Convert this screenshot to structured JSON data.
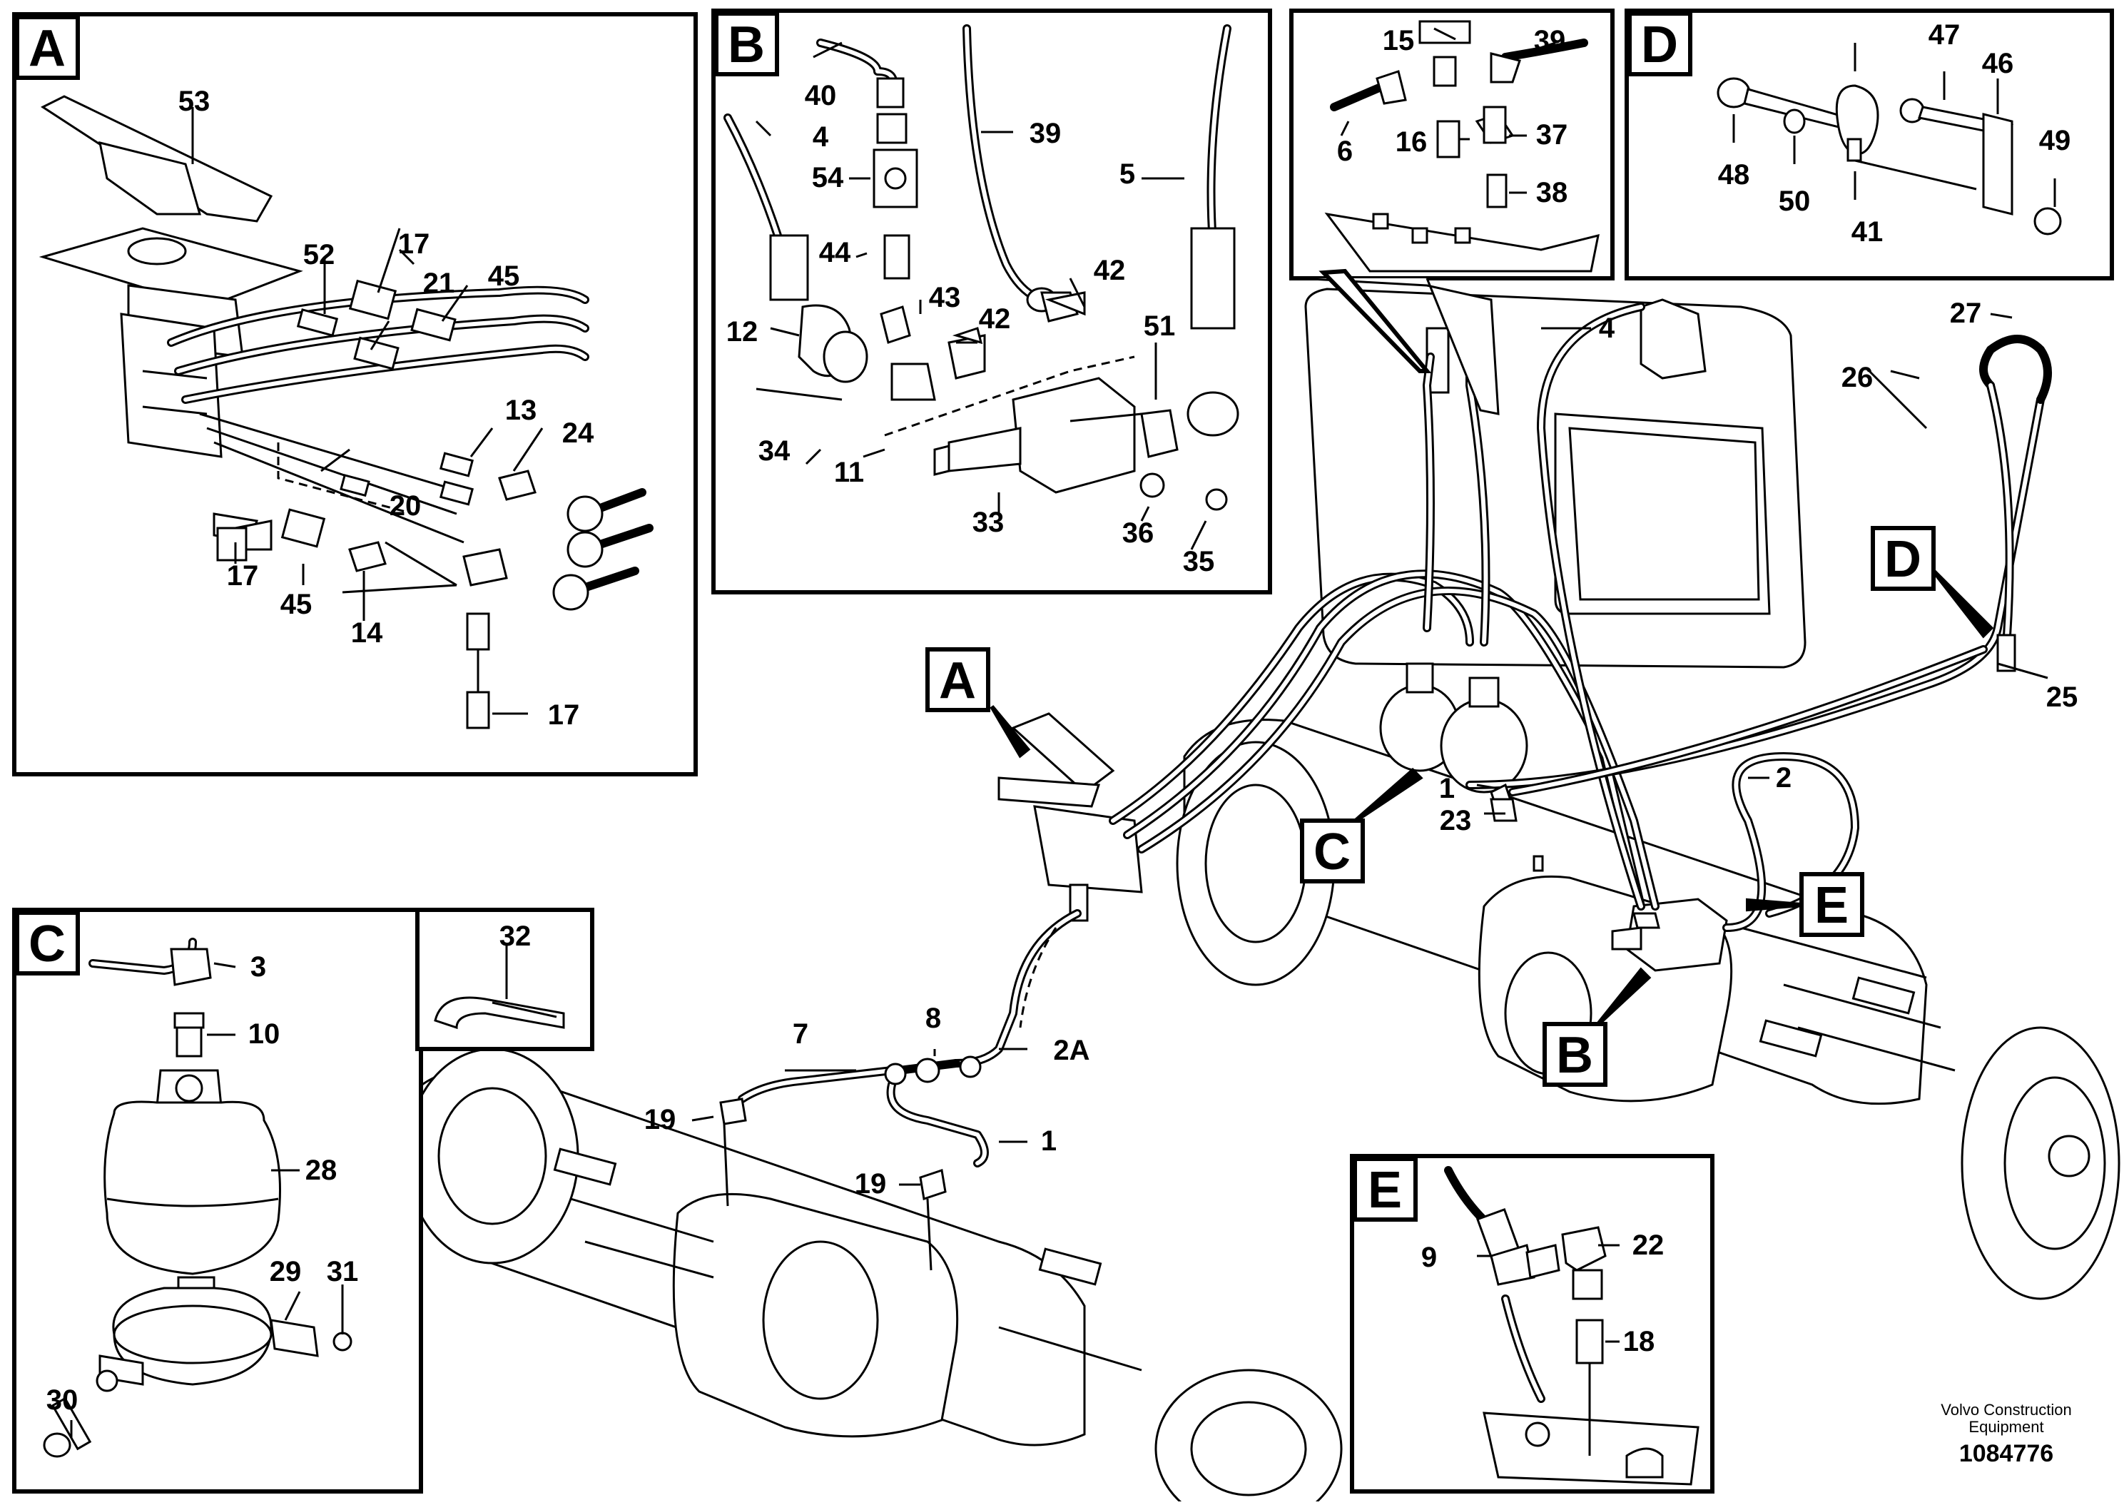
{
  "detail_tags": {
    "a": "A",
    "b": "B",
    "c": "C",
    "d": "D",
    "e": "E"
  },
  "callouts": {
    "a": [
      "53",
      "52",
      "17",
      "21",
      "45",
      "13",
      "24",
      "20",
      "17",
      "45",
      "14",
      "17"
    ],
    "b": [
      "40",
      "4",
      "39",
      "5",
      "54",
      "44",
      "43",
      "42",
      "42",
      "51",
      "12",
      "34",
      "11",
      "33",
      "36",
      "35"
    ],
    "top": [
      "15",
      "39",
      "6",
      "16",
      "37",
      "38"
    ],
    "d": [
      "47",
      "46",
      "48",
      "50",
      "41",
      "49"
    ],
    "main": [
      "4",
      "27",
      "26",
      "25",
      "2",
      "1",
      "23",
      "7",
      "8",
      "2A",
      "19",
      "1",
      "19"
    ],
    "c": [
      "3",
      "10",
      "28",
      "29",
      "31",
      "30"
    ],
    "strap": [
      "32"
    ],
    "e": [
      "9",
      "22",
      "18"
    ]
  },
  "footer": {
    "company_line1": "Volvo Construction",
    "company_line2": "Equipment",
    "drawing_number": "1084776"
  }
}
